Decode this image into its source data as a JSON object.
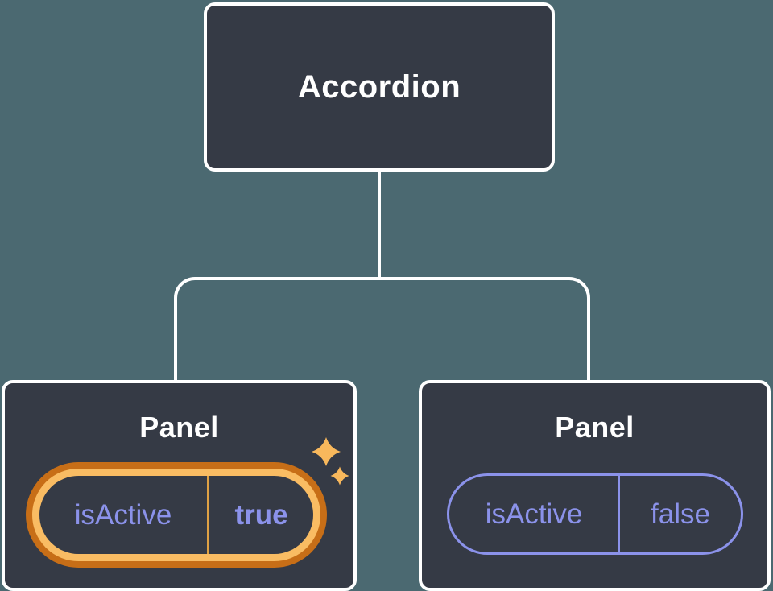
{
  "diagram": {
    "root": {
      "label": "Accordion"
    },
    "panels": [
      {
        "title": "Panel",
        "prop_name": "isActive",
        "prop_value": "true",
        "state": "active",
        "icon": "sparkles-icon"
      },
      {
        "title": "Panel",
        "prop_name": "isActive",
        "prop_value": "false",
        "state": "inactive"
      }
    ]
  },
  "colors": {
    "background": "#4B6971",
    "node_fill": "#353A45",
    "node_border": "#FFFFFF",
    "connector": "#FFFFFF",
    "title_text": "#FFFFFF",
    "state_text": "#8B92EA",
    "inactive_pill_outline": "#8B92EA",
    "active_ring_outer": "#C76E17",
    "active_ring_inner": "#F9BC63",
    "active_divider": "#DFA144",
    "sparkle": "#F8B85C"
  }
}
